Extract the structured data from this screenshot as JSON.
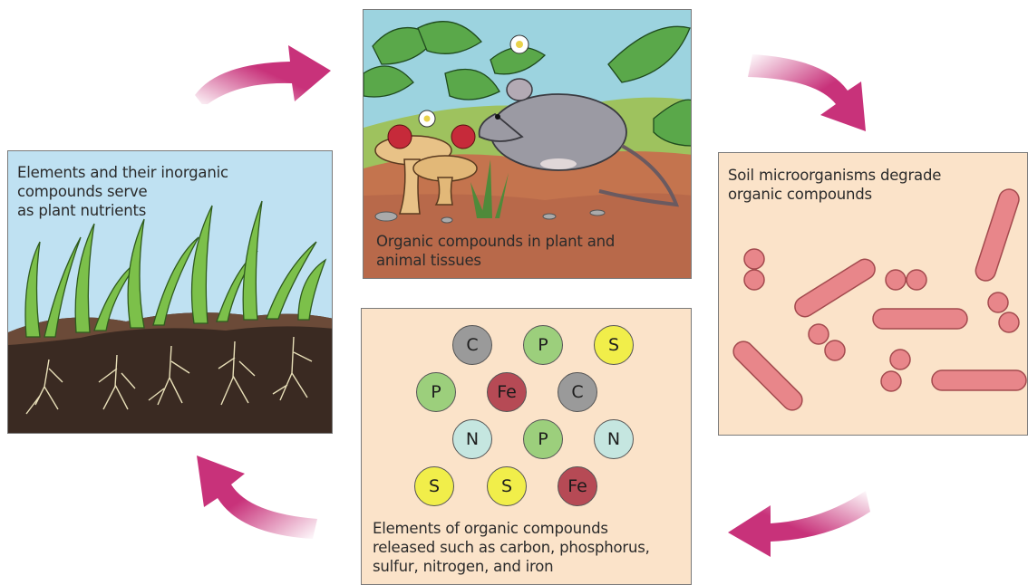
{
  "captions": {
    "plants": "Elements and their inorganic compounds serve as plant nutrients",
    "plants_lines": [
      "Elements and their inorganic",
      "compounds serve",
      "as plant nutrients"
    ],
    "organic_lines": [
      "Organic compounds in plant and",
      "animal tissues"
    ],
    "microbes_lines": [
      "Soil microorganisms degrade",
      "organic compounds"
    ],
    "elements_lines": [
      "Elements of organic compounds",
      "released such as carbon, phosphorus,",
      "sulfur, nitrogen, and iron"
    ]
  },
  "atoms": [
    {
      "symbol": "C",
      "color": "#9a9a9a"
    },
    {
      "symbol": "P",
      "color": "#9ccf7c"
    },
    {
      "symbol": "S",
      "color": "#f1ee4a"
    },
    {
      "symbol": "P",
      "color": "#9ccf7c"
    },
    {
      "symbol": "Fe",
      "color": "#b64a55"
    },
    {
      "symbol": "C",
      "color": "#9a9a9a"
    },
    {
      "symbol": "N",
      "color": "#c5e6e0"
    },
    {
      "symbol": "P",
      "color": "#9ccf7c"
    },
    {
      "symbol": "N",
      "color": "#c5e6e0"
    },
    {
      "symbol": "S",
      "color": "#f1ee4a"
    },
    {
      "symbol": "S",
      "color": "#f1ee4a"
    },
    {
      "symbol": "Fe",
      "color": "#b64a55"
    }
  ],
  "colors": {
    "arrow": "#c8327a",
    "bacteria": "#e8868a",
    "soil_dark": "#3a2a22",
    "panel_peach": "#fbe3c9"
  }
}
